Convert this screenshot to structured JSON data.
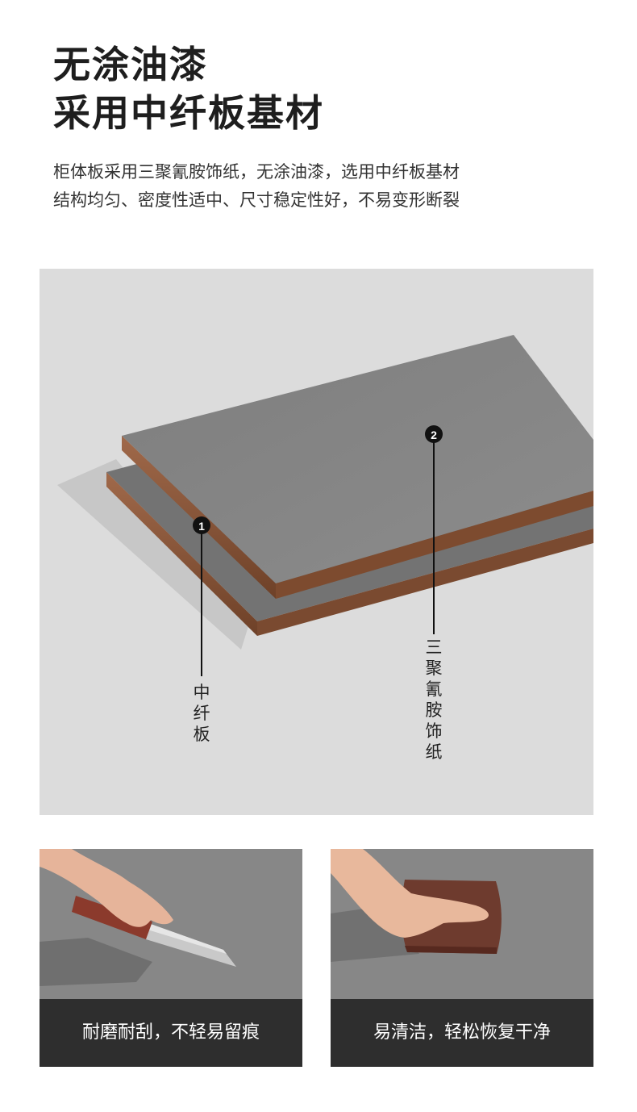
{
  "header": {
    "title_line1": "无涂油漆",
    "title_line2": "采用中纤板基材",
    "desc_line1": "柜体板采用三聚氰胺饰纸，无涂油漆，选用中纤板基材",
    "desc_line2": "结构均匀、密度性适中、尺寸稳定性好，不易变形断裂"
  },
  "diagram": {
    "marker1": {
      "number": "1",
      "label": [
        "中",
        "纤",
        "板"
      ]
    },
    "marker2": {
      "number": "2",
      "label": [
        "三",
        "聚",
        "氰",
        "胺",
        "饰",
        "纸"
      ]
    }
  },
  "features": [
    {
      "caption": "耐磨耐刮，不轻易留痕"
    },
    {
      "caption": "易清洁，轻松恢复干净"
    }
  ],
  "colors": {
    "board_surface": "#858585",
    "board_edge": "#8b5a3c",
    "background": "#dcdcdc",
    "caption_bar": "#2e2e2e"
  }
}
